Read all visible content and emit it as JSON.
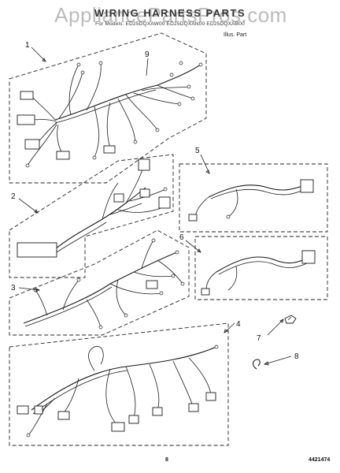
{
  "watermark": "AppliancePartsPros.com",
  "title": "WIRING HARNESS PARTS",
  "subtitle": "For Models: ED25DQXAW00 ED25DQXAN00 ED25DQXAB00",
  "ill_part_label": "Illus. Part",
  "callouts": [
    {
      "id": "1",
      "label": "1"
    },
    {
      "id": "2",
      "label": "2"
    },
    {
      "id": "3",
      "label": "3"
    },
    {
      "id": "4",
      "label": "4"
    },
    {
      "id": "5",
      "label": "5"
    },
    {
      "id": "6",
      "label": "6"
    },
    {
      "id": "7",
      "label": "7"
    },
    {
      "id": "8",
      "label": "8"
    },
    {
      "id": "9",
      "label": "9"
    }
  ],
  "footer": {
    "page_number": "8",
    "document_id": "4421474"
  }
}
